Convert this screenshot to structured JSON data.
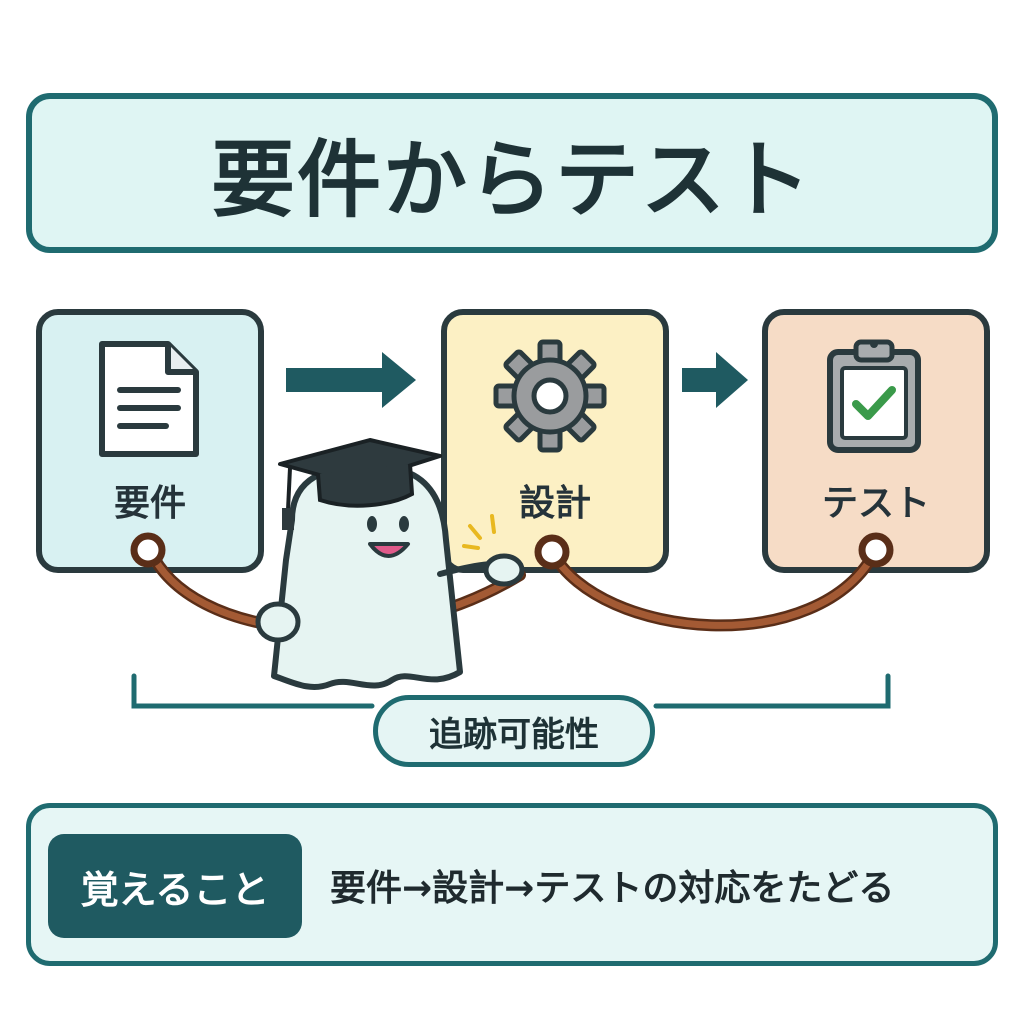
{
  "title": "要件からテスト",
  "stages": [
    {
      "label": "要件",
      "icon": "document-icon"
    },
    {
      "label": "設計",
      "icon": "gear-icon"
    },
    {
      "label": "テスト",
      "icon": "clipboard-check-icon"
    }
  ],
  "trace_label": "追跡可能性",
  "note": {
    "badge": "覚えること",
    "text": "要件→設計→テストの対応をたどる"
  },
  "colors": {
    "accent": "#1f6b70",
    "requirement_bg": "#d8f1f2",
    "design_bg": "#fcf0c4",
    "test_bg": "#f6dcc6",
    "rope": "#8a4a2a",
    "check": "#3a9a4a"
  }
}
